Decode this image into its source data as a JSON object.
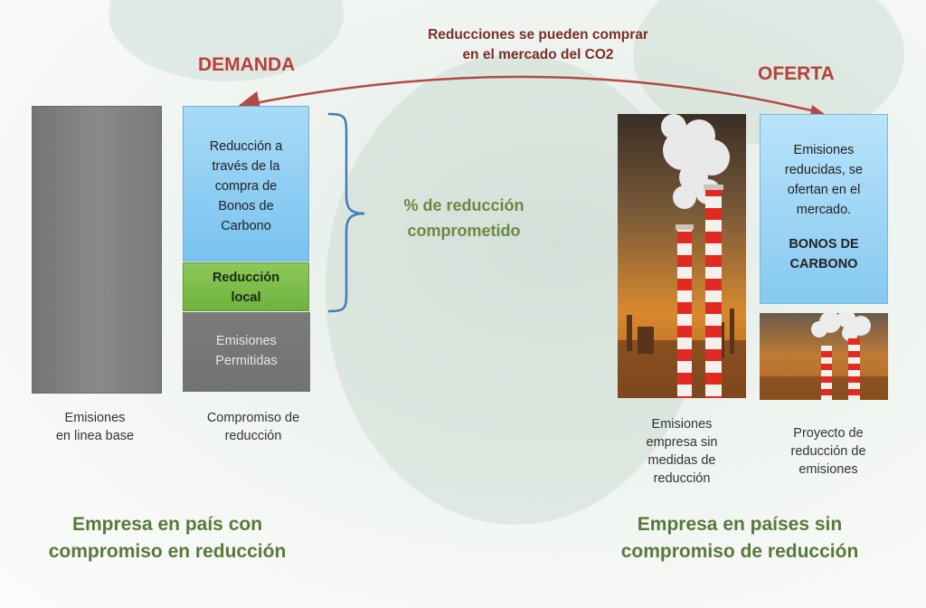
{
  "arrow_text": {
    "line1": "Reducciones se pueden comprar",
    "line2": "en el mercado del CO2"
  },
  "demand_label": "DEMANDA",
  "offer_label": "OFERTA",
  "bars": {
    "blue": [
      "Reducción a",
      "través de la",
      "compra de",
      "Bonos de",
      "Carbono"
    ],
    "green": [
      "Reducción",
      "local"
    ],
    "gray": [
      "Emisiones",
      "Permitidas"
    ]
  },
  "percent_label": [
    "% de reducción",
    "comprometido"
  ],
  "captions": {
    "baseline": [
      "Emisiones",
      "en linea base"
    ],
    "commitment": [
      "Compromiso de",
      "reducción"
    ],
    "no_measures": [
      "Emisiones",
      "empresa sin",
      "medidas de",
      "reducción"
    ],
    "project": [
      "Proyecto de",
      "reducción de",
      "emisiones"
    ]
  },
  "offer_box": {
    "text": [
      "Emisiones",
      "reducidas, se",
      "ofertan en el",
      "mercado."
    ],
    "bold": [
      "BONOS DE",
      "CARBONO"
    ]
  },
  "bottom_titles": {
    "left": [
      "Empresa en país con",
      "compromiso en reducción"
    ],
    "right": [
      "Empresa en países sin",
      "compromiso de reducción"
    ]
  },
  "colors": {
    "red_title": "#b5413a",
    "green_title": "#58793a",
    "arrow": "#b24a44",
    "brace": "#3f7fb3"
  }
}
